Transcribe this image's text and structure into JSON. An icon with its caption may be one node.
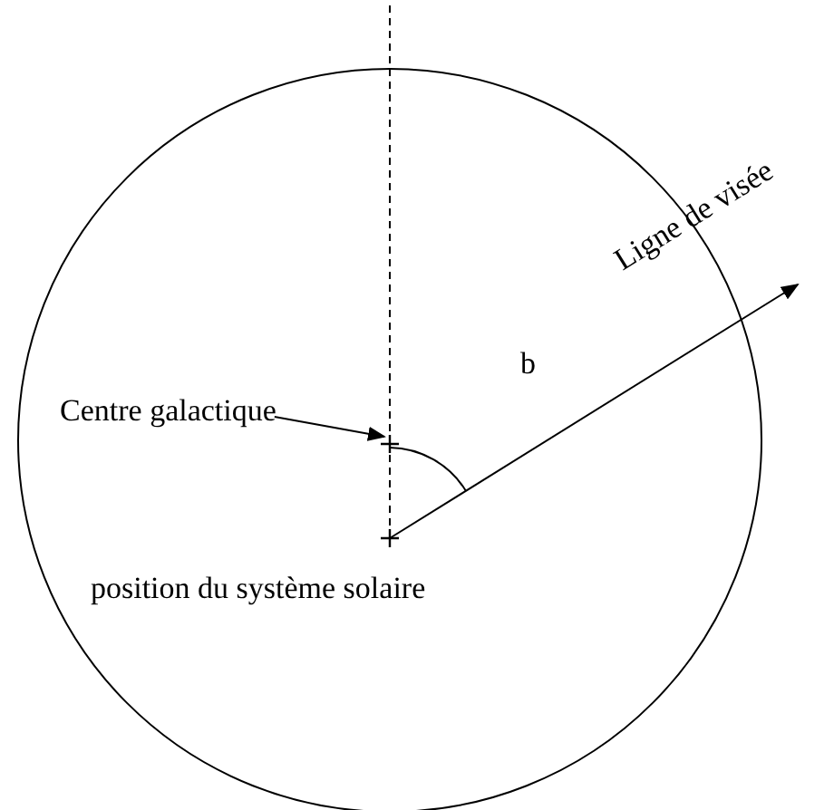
{
  "diagram": {
    "nodes": [
      {
        "text": [
          "Centre galactique"
        ]
      },
      {
        "text": [],
        "shape": "cross"
      },
      {
        "text": [],
        "shape": "cross"
      }
    ],
    "edges": [
      {
        "from": 0,
        "to": 1,
        "arrow": "to"
      },
      {
        "from": 2,
        "to": null,
        "arrow": "to",
        "label": "Ligne de visée"
      },
      {
        "from": 2,
        "to": 1,
        "arrow": "none",
        "style": "dashed"
      },
      {
        "from": 1,
        "to": null,
        "arrow": "none",
        "style": "dashed"
      }
    ],
    "labels": [
      "b",
      "position du système solaire"
    ]
  }
}
